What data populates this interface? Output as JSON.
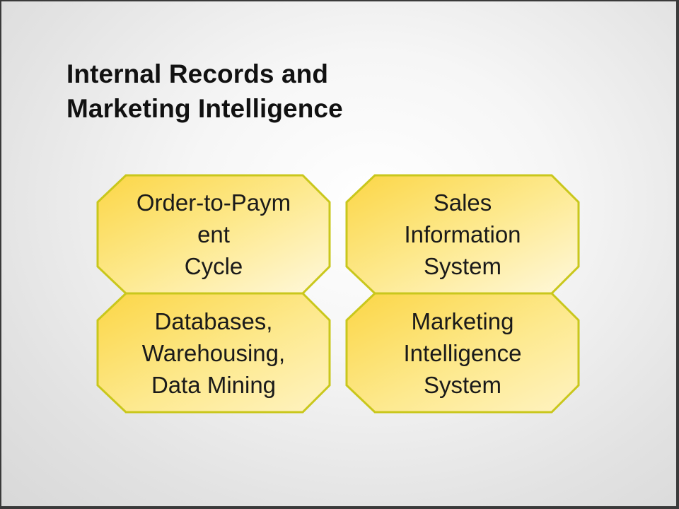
{
  "slide": {
    "title_lines": [
      "Internal Records and",
      "Marketing Intelligence"
    ]
  },
  "colors": {
    "shape_fill_light": "#fff6cc",
    "shape_fill_dark": "#fbd84a",
    "shape_border": "#c8c81a",
    "title_text": "#111111",
    "background": "#f2f2f2"
  },
  "shapes": [
    {
      "id": "order-to-payment",
      "lines": [
        "Order-to-Paym",
        "ent",
        "Cycle"
      ]
    },
    {
      "id": "sales-information",
      "lines": [
        "Sales",
        "Information",
        "System"
      ]
    },
    {
      "id": "databases",
      "lines": [
        "Databases,",
        "Warehousing,",
        "Data Mining"
      ]
    },
    {
      "id": "marketing-intelligence",
      "lines": [
        "Marketing",
        "Intelligence",
        "System"
      ]
    }
  ]
}
